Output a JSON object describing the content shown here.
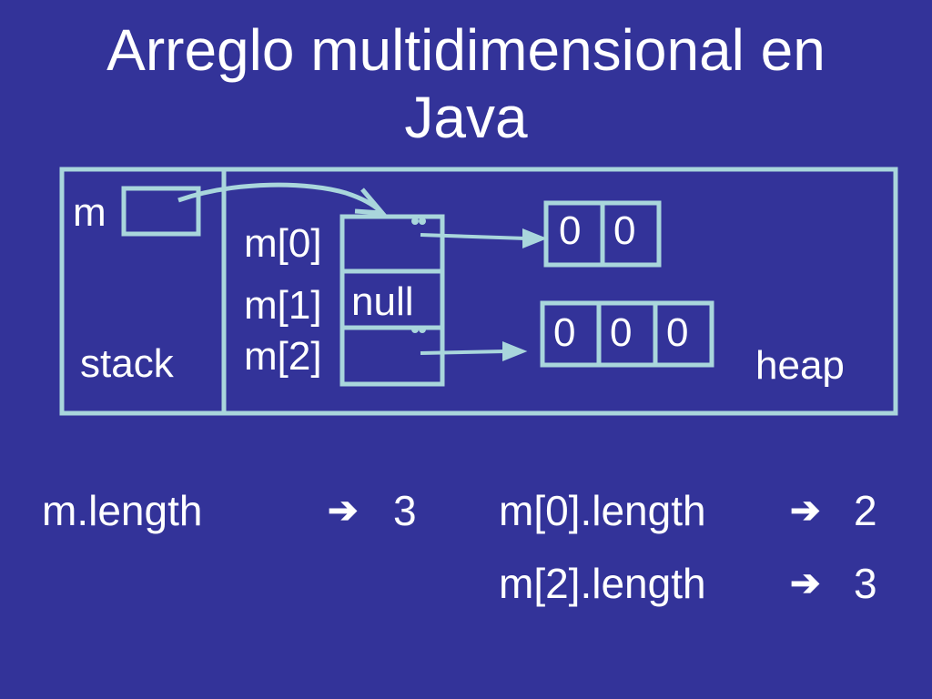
{
  "slide": {
    "title_line1": "Arreglo multidimensional en",
    "title_line2": "Java"
  },
  "diagram": {
    "var_label": "m",
    "stack_label": "stack",
    "heap_label": "heap",
    "row_labels": [
      "m[0]",
      "m[1]",
      "m[2]"
    ],
    "row1_value": "null",
    "array0_cells": [
      "0",
      "0"
    ],
    "array2_cells": [
      "0",
      "0",
      "0"
    ]
  },
  "facts": {
    "m_length_label": "m.length",
    "m_length_value": "3",
    "m0_length_label": "m[0].length",
    "m0_length_value": "2",
    "m2_length_label": "m[2].length",
    "m2_length_value": "3",
    "arrow_symbol": "➔"
  },
  "colors": {
    "background": "#333399",
    "outline": "#a9d6dc",
    "text": "#ffffff"
  }
}
